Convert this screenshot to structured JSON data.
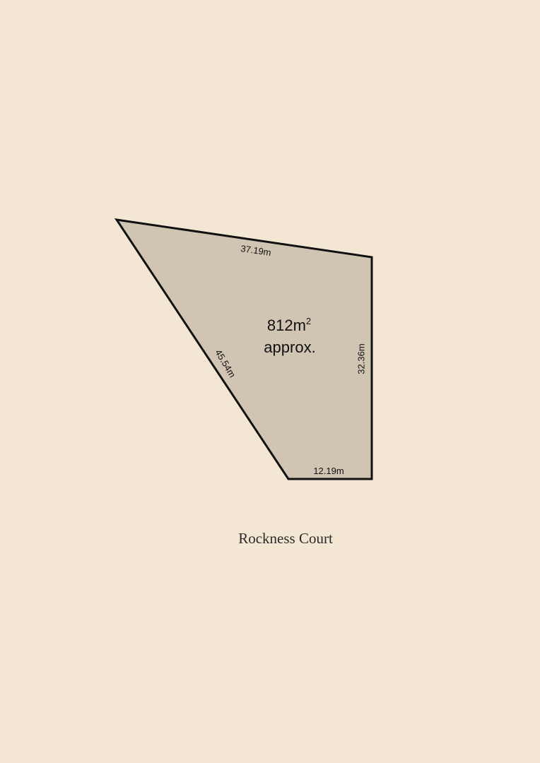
{
  "lot": {
    "area_value": "812m",
    "area_superscript": "2",
    "area_qualifier": "approx."
  },
  "dimensions": {
    "top": "37.19m",
    "right": "32.36m",
    "bottom": "12.19m",
    "left": "45.54m"
  },
  "street": {
    "name": "Rockness Court"
  },
  "colors": {
    "background": "#f3e7d4",
    "lot_fill": "#d0c5b3",
    "outline": "#111111"
  }
}
